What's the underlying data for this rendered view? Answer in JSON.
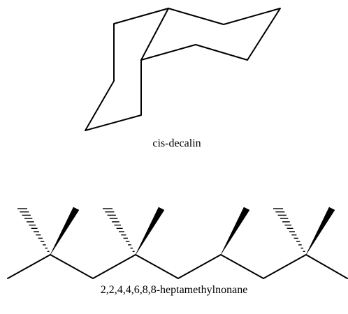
{
  "molecules": [
    {
      "caption": "cis-decalin",
      "structure": "two fused cyclohexane rings in chair conformation"
    },
    {
      "caption": "2,2,4,4,6,8,8-heptamethylnonane",
      "structure": "zigzag carbon chain with wedge and hashed-wedge methyl substituents"
    }
  ],
  "colors": {
    "bond": "#000000",
    "background": "#ffffff"
  }
}
